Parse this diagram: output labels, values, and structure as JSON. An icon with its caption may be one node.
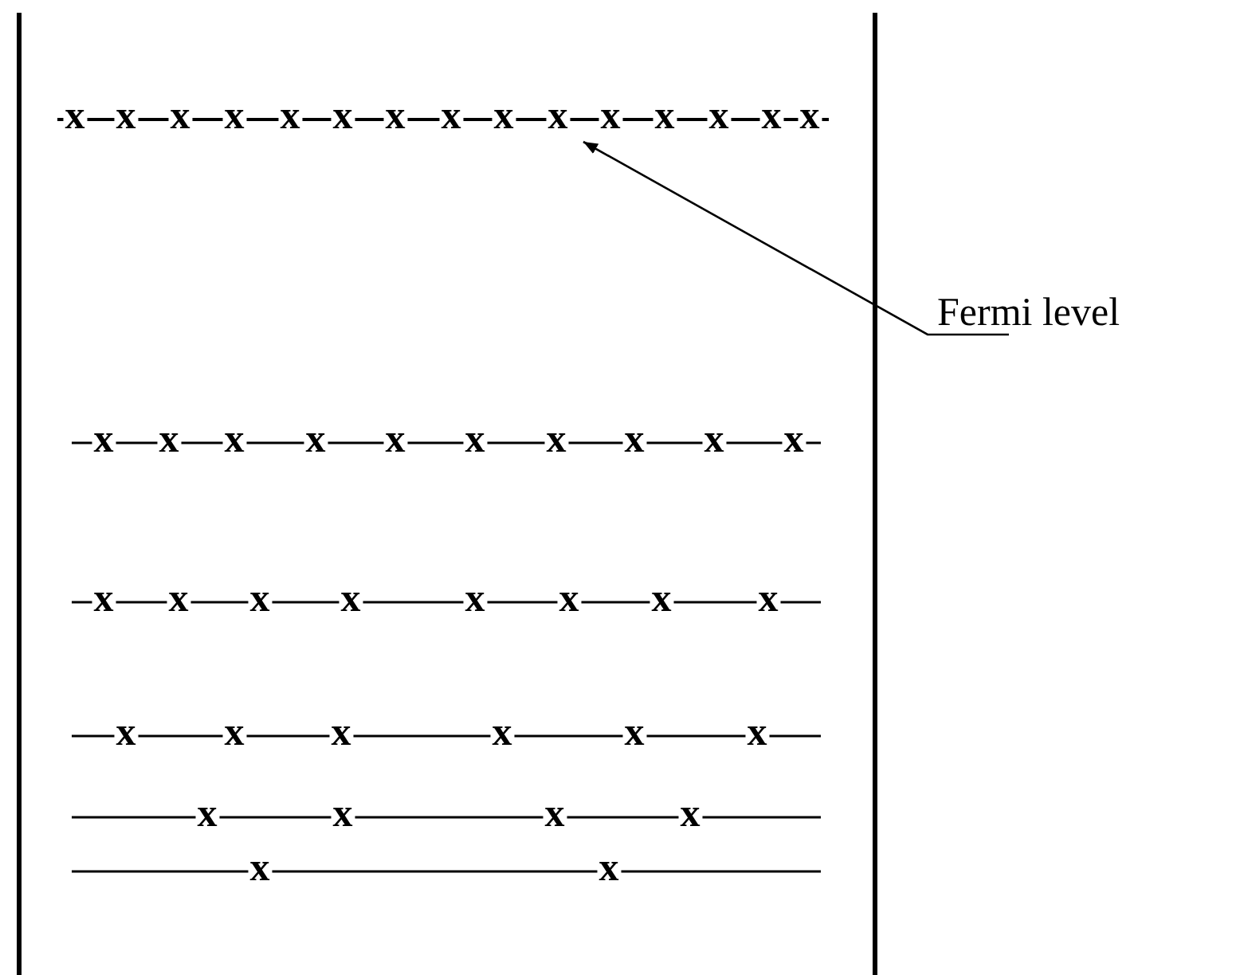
{
  "diagram": {
    "nodes": [
      {
        "text": [
          "Fermi level"
        ]
      },
      {
        "text": [],
        "shape": "bar"
      }
    ],
    "edges": [
      {
        "from": 0,
        "to": 1,
        "arrow": "to"
      }
    ],
    "labels": [
      "x",
      "x",
      "x",
      "x",
      "x",
      "x",
      "x",
      "x",
      "x",
      "x",
      "x",
      "x",
      "x",
      "x",
      "x",
      "x",
      "x",
      "x",
      "x",
      "x",
      "x",
      "x",
      "x",
      "x",
      "x",
      "x",
      "x",
      "x",
      "x",
      "x",
      "x",
      "x",
      "x",
      "x",
      "x",
      "x",
      "x",
      "x",
      "x",
      "x",
      "x",
      "x",
      "x",
      "x",
      "x"
    ]
  }
}
